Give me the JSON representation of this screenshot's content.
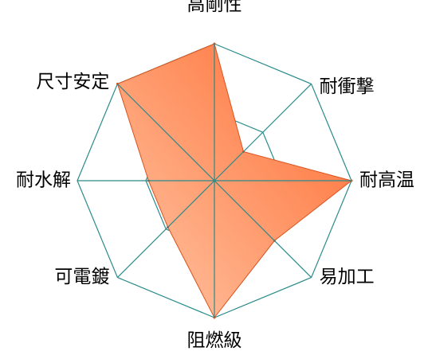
{
  "chart_data": {
    "type": "radar",
    "title": "",
    "categories": [
      "高剛性",
      "耐衝撃",
      "耐高温",
      "易加工",
      "阻燃級",
      "可電鍍",
      "耐水解",
      "尺寸安定"
    ],
    "series": [
      {
        "values": [
          100,
          30,
          100,
          62,
          100,
          48,
          48,
          100
        ]
      }
    ],
    "range": [
      0,
      100
    ],
    "rings": [
      50,
      100
    ],
    "grid": true,
    "legend": "none",
    "colors": {
      "grid": "#2a8a8a",
      "fill_dark": "#ff6a2e",
      "fill_light": "#ffc8a8",
      "outline": "#d9541f"
    }
  }
}
